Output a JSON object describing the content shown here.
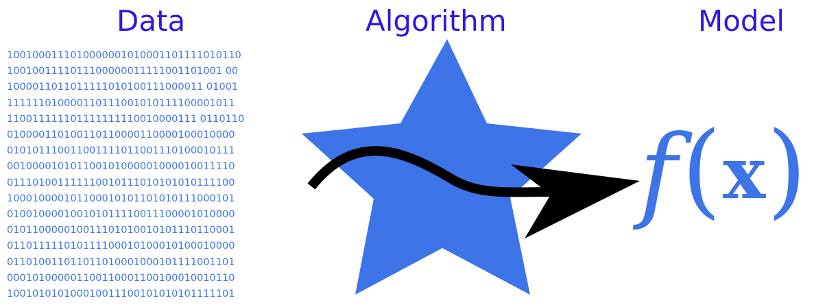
{
  "headings": {
    "data": "Data",
    "algorithm": "Algorithm",
    "model": "Model"
  },
  "binary_lines": [
    "1001000111010000001010001101111010110",
    "1001001111011100000011111001101001 00",
    "1000011011011111010100111000011 01001",
    "111111010000110111001010111100001011",
    "110011111101111111110010000111 0110110",
    "010000110100110110000110000100010000",
    "010101110011001111011001110100010111",
    "001000010101100101000001000010011110",
    "011101001111110010111010101010111100",
    "100010000101100010101101010111000101",
    "010010000100101011110011100001010000",
    "010110000010011101010010101110110001",
    "011011111010111100010100010100010000",
    "011010011011011010001000101111001101",
    "000101000001100110001100100010010110",
    "100101010100010011100101010101111101"
  ],
  "model_formula": {
    "function": "f",
    "open_paren": "(",
    "variable": "x",
    "close_paren": ")"
  },
  "colors": {
    "heading": "#2f18e0",
    "binary_text": "#3d74e8",
    "star": "#3d74e8",
    "arrow": "#000000",
    "formula": "#3d74e8",
    "background": "#ffffff"
  },
  "icons": {
    "algorithm": "star-shape",
    "flow": "curved-arrow"
  }
}
